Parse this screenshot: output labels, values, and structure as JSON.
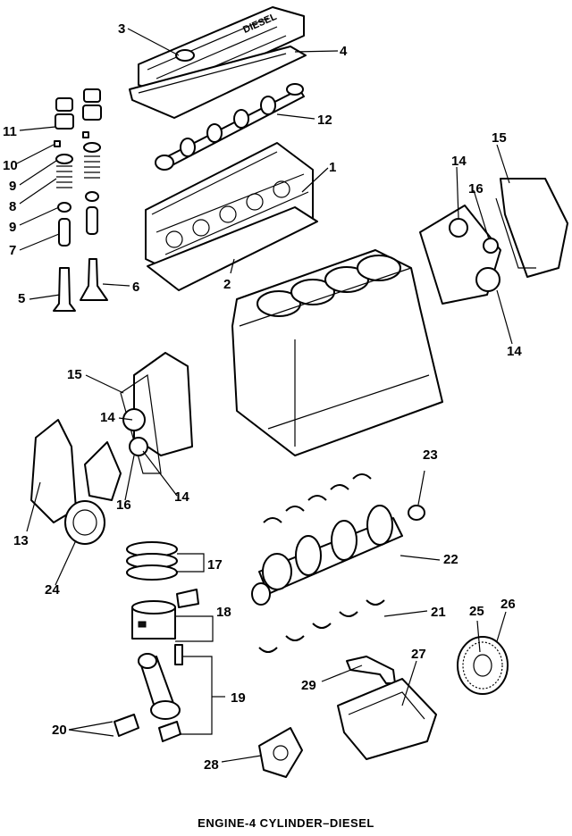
{
  "caption": "ENGINE-4 CYLINDER–DIESEL",
  "cover_text": "DIESEL",
  "callouts": [
    "1",
    "2",
    "3",
    "4",
    "5",
    "6",
    "7",
    "8",
    "9",
    "9",
    "10",
    "11",
    "12",
    "13",
    "14",
    "14",
    "14",
    "14",
    "15",
    "15",
    "16",
    "16",
    "17",
    "18",
    "19",
    "20",
    "21",
    "22",
    "23",
    "24",
    "25",
    "26",
    "27",
    "28",
    "29"
  ]
}
